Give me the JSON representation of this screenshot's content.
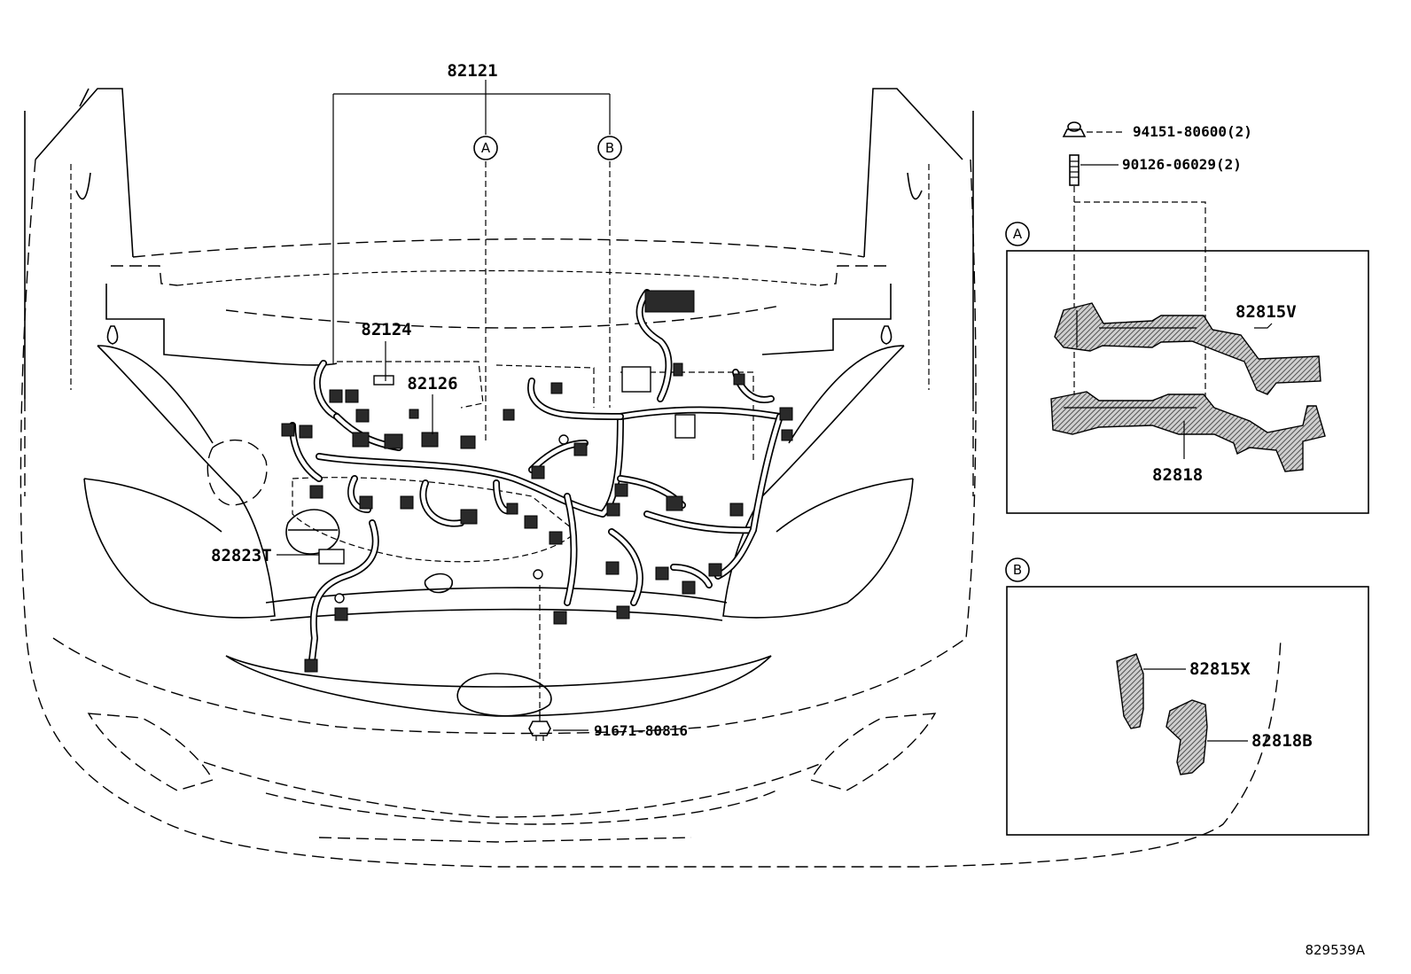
{
  "callouts": {
    "main_harness": "82121",
    "sub_harness_1": "82124",
    "sub_harness_2": "82126",
    "left_part": "82823T",
    "bolt": "91671-80816",
    "nut": "94151-80600(2)",
    "stud": "90126-06029(2)",
    "detail_a_upper": "82815V",
    "detail_a_lower": "82818",
    "detail_b_upper": "82815X",
    "detail_b_lower": "82818B"
  },
  "detail_markers": {
    "a": "A",
    "b": "B"
  },
  "diagram_code": "829539A"
}
